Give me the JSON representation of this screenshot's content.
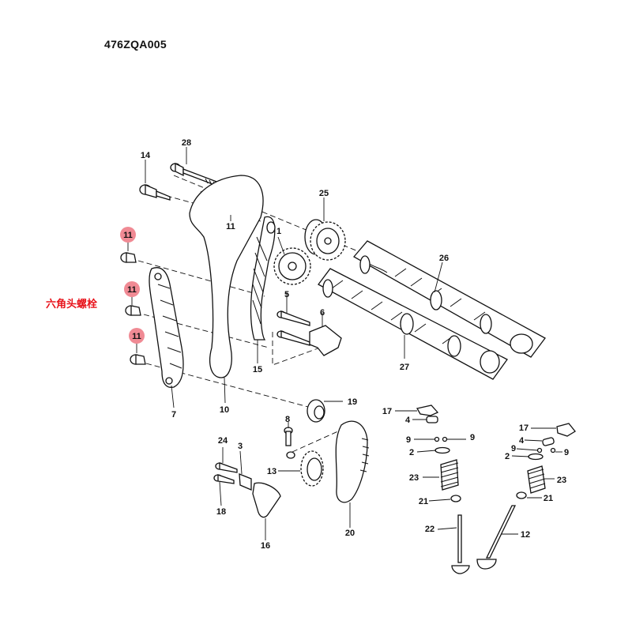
{
  "diagram": {
    "code": "476ZQA005",
    "annotation": "六角头螺栓",
    "highlight_color": "#f08a94",
    "annotation_color": "#e8141c",
    "callouts": {
      "c1": "1",
      "c2": "2",
      "c2b": "2",
      "c3": "3",
      "c4": "4",
      "c4b": "4",
      "c5": "5",
      "c6": "6",
      "c7": "7",
      "c8": "8",
      "c9a": "9",
      "c9b": "9",
      "c9c": "9",
      "c9d": "9",
      "c10": "10",
      "c11a": "11",
      "c11b": "11",
      "c11c": "11",
      "c11d": "11",
      "c12": "12",
      "c13": "13",
      "c14": "14",
      "c15": "15",
      "c16": "16",
      "c17a": "17",
      "c17b": "17",
      "c18": "18",
      "c19": "19",
      "c20": "20",
      "c21a": "21",
      "c21b": "21",
      "c22": "22",
      "c23a": "23",
      "c23b": "23",
      "c24": "24",
      "c25": "25",
      "c26": "26",
      "c27": "27",
      "c28": "28"
    }
  }
}
